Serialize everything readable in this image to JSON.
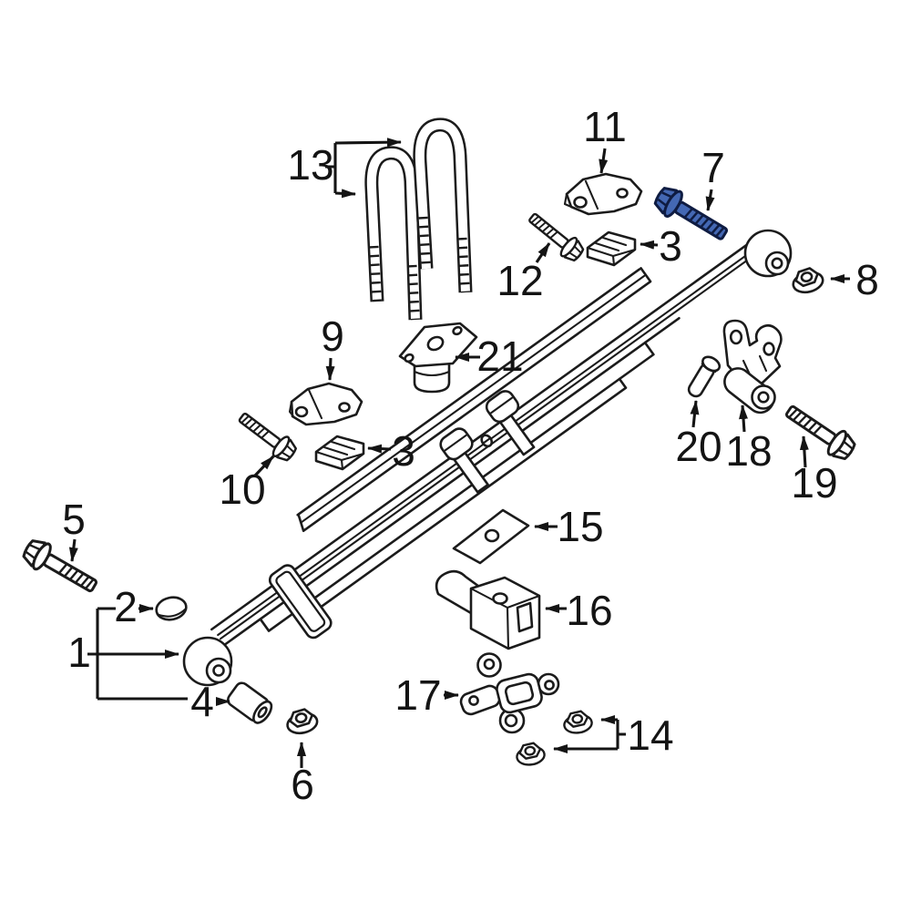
{
  "diagram": {
    "type": "exploded-parts-diagram",
    "subject": "rear-leaf-spring-suspension",
    "background_color": "#ffffff",
    "line_color": "#1b1b1b",
    "highlight_color": "#4468b4",
    "highlighted_part_number": "7",
    "part_count": 21,
    "labels": {
      "1": "1",
      "2": "2",
      "3": "3",
      "4": "4",
      "5": "5",
      "6": "6",
      "7": "7",
      "8": "8",
      "9": "9",
      "10": "10",
      "11": "11",
      "12": "12",
      "13": "13",
      "14": "14",
      "15": "15",
      "16": "16",
      "17": "17",
      "18": "18",
      "19": "19",
      "20": "20",
      "21": "21"
    }
  }
}
